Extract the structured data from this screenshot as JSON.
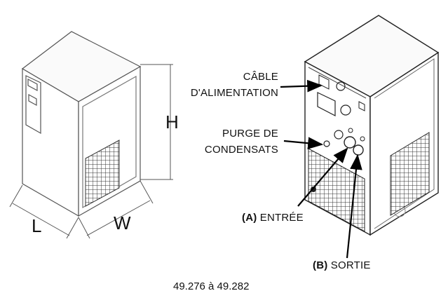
{
  "dimensions": {
    "height": "H",
    "depth": "L",
    "width": "W"
  },
  "callouts": {
    "power_line1": "CÂBLE",
    "power_line2": "D'ALIMENTATION",
    "drain_line1": "PURGE DE",
    "drain_line2": "CONDENSATS",
    "inlet_letter": "(A)",
    "inlet_text": " ENTRÉE",
    "outlet_letter": "(B)",
    "outlet_text": " SORTIE"
  },
  "caption": "49.276 à 49.282"
}
